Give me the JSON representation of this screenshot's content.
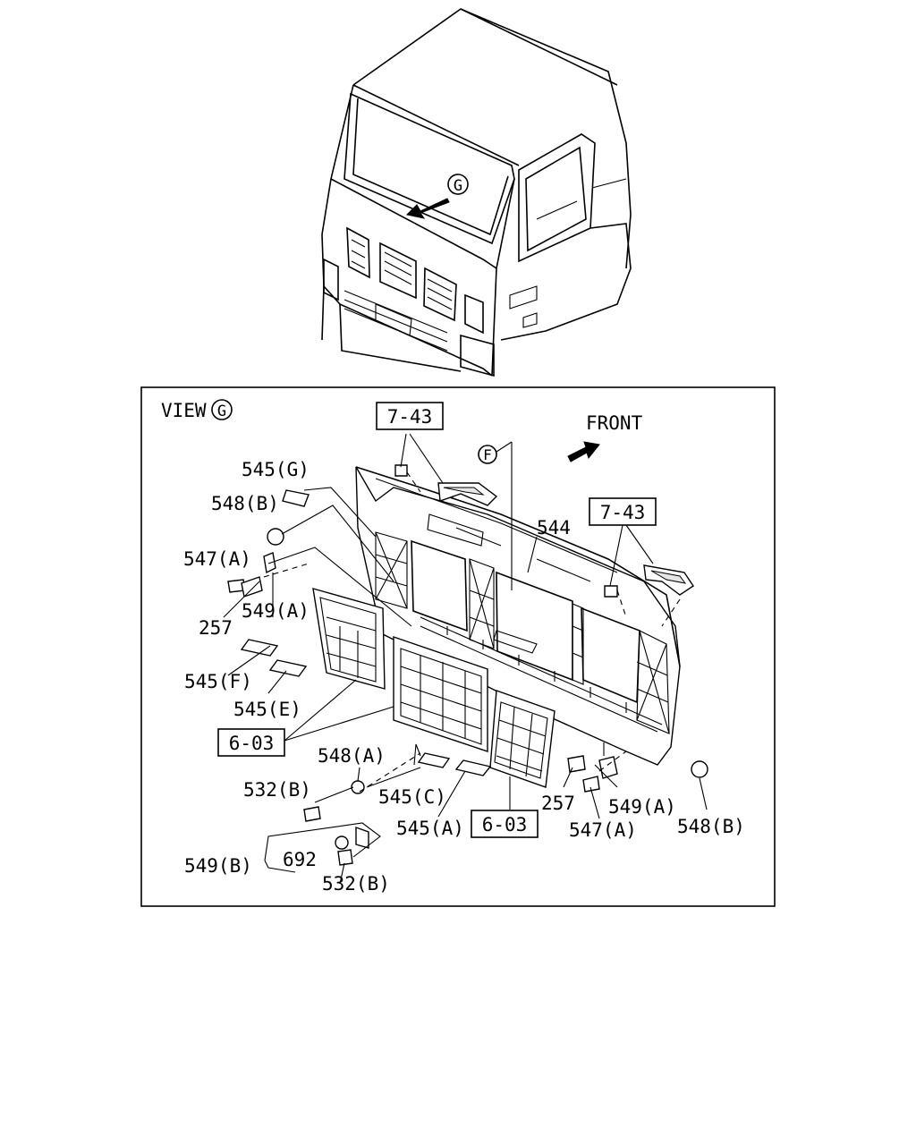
{
  "cab": {
    "view_marker": "G"
  },
  "view": {
    "label": "VIEW",
    "marker": "G",
    "front_label": "FRONT",
    "circle_f": "F"
  },
  "refs": {
    "ref_743_left": "7-43",
    "ref_743_right": "7-43",
    "ref_603_left": "6-03",
    "ref_603_right": "6-03"
  },
  "labels": {
    "p545G": "545(G)",
    "p548B_left": "548(B)",
    "p547A_left": "547(A)",
    "p257_left": "257",
    "p549A_left": "549(A)",
    "p545F": "545(F)",
    "p545E": "545(E)",
    "p544": "544",
    "p548A": "548(A)",
    "p532B_top": "532(B)",
    "p545C": "545(C)",
    "p545A": "545(A)",
    "p549B": "549(B)",
    "p692": "692",
    "p532B_bottom": "532(B)",
    "p257_right": "257",
    "p549A_right": "549(A)",
    "p547A_right": "547(A)",
    "p548B_right": "548(B)"
  }
}
